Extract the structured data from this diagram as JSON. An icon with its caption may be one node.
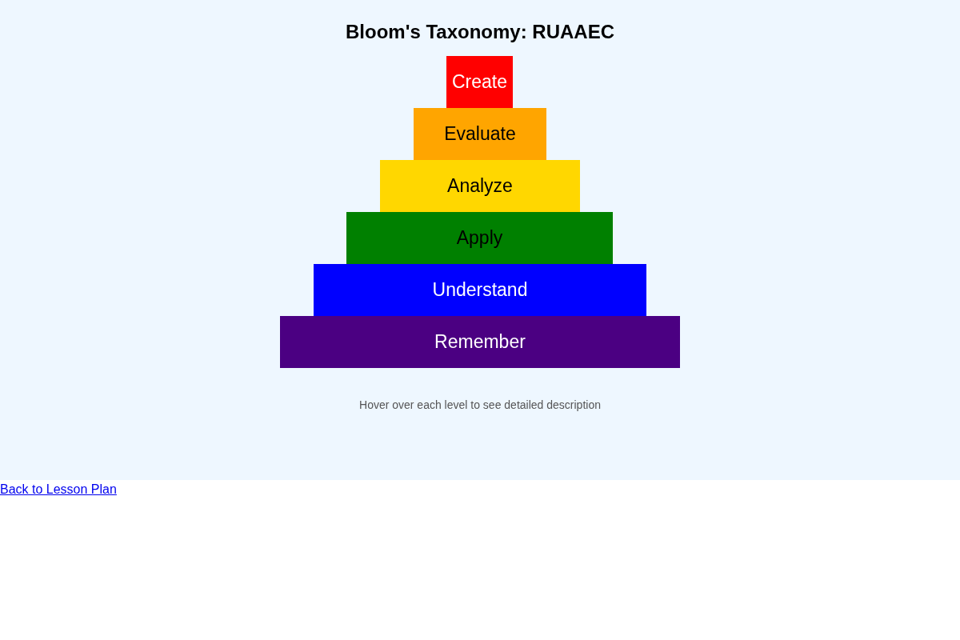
{
  "diagram": {
    "title": "Bloom's Taxonomy: RUAAEC",
    "nodes": [
      {
        "text": [
          "Create"
        ]
      },
      {
        "text": [
          "Evaluate"
        ]
      },
      {
        "text": [
          "Analyze"
        ]
      },
      {
        "text": [
          "Apply"
        ]
      },
      {
        "text": [
          "Understand"
        ]
      },
      {
        "text": [
          "Remember"
        ]
      }
    ],
    "edges": [],
    "labels": [
      "Hover over each level to see detailed description",
      "Back to Lesson Plan"
    ]
  }
}
